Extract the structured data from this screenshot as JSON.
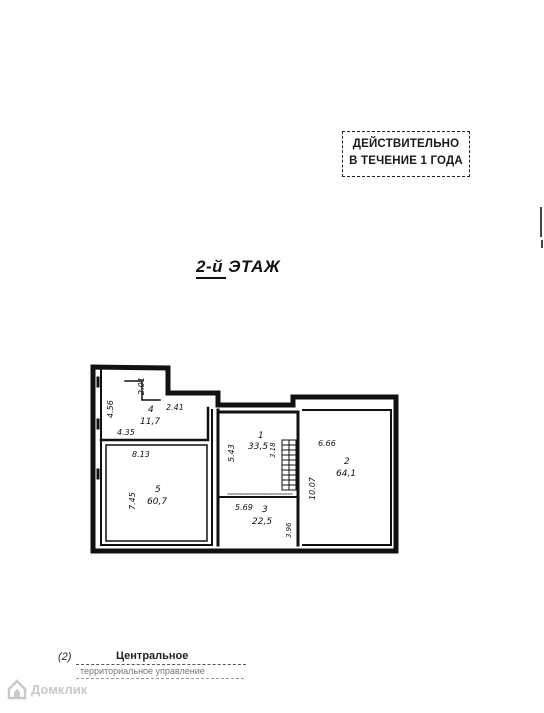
{
  "stamp": {
    "line1": "ДЕЙСТВИТЕЛЬНО",
    "line2": "В ТЕЧЕНИЕ 1 ГОДА"
  },
  "floor": {
    "title": "2-й ЭТАЖ"
  },
  "plan": {
    "rooms": [
      {
        "number": "1",
        "area": "33,5"
      },
      {
        "number": "2",
        "area": "64,1"
      },
      {
        "number": "3",
        "area": "22,5"
      },
      {
        "number": "4",
        "area": "11,7"
      },
      {
        "number": "5",
        "area": "60,7"
      }
    ],
    "dimensions": {
      "d_2_01": "2.01",
      "d_4_56": "4.56",
      "d_2_41": "2.41",
      "d_4_35": "4.35",
      "d_8_13": "8.13",
      "d_7_45": "7.45",
      "d_5_43": "5.43",
      "d_3_18": "3.18",
      "d_6_66": "6.66",
      "d_10_07": "10.07",
      "d_5_69": "5.69",
      "d_3_96": "3.96"
    }
  },
  "office": {
    "code": "(2)",
    "name": "Центральное",
    "sub": "территориальное управление"
  },
  "watermark": {
    "text": "Домклик"
  }
}
